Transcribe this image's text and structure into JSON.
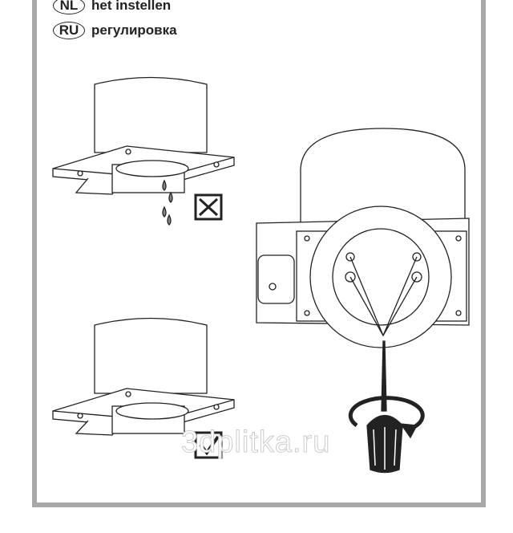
{
  "languages": [
    {
      "code": "NL",
      "label": "het instellen"
    },
    {
      "code": "RU",
      "label": "регулировка"
    }
  ],
  "watermark": "3dplitka.ru",
  "marks": {
    "wrong": "cross-box-icon",
    "correct": "check-box-icon"
  },
  "colors": {
    "frame": "#a9a9a9",
    "ink": "#222222"
  }
}
